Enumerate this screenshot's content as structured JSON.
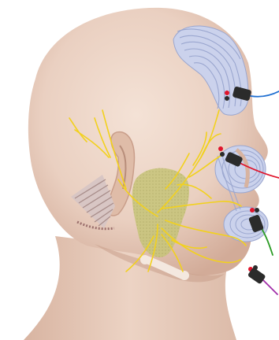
{
  "illustration": {
    "subject": "",
    "colors": {
      "background": "#ffffff",
      "skin_light": "#f1dccf",
      "skin_mid": "#e3c2b1",
      "skin_shadow": "#c99e8a",
      "muscle": "#c8d0ea",
      "muscle_line": "#9aa6cf",
      "nerve": "#f2d11d",
      "gland": "#c9c67a",
      "wire_blue": "#1f6fd1",
      "wire_red": "#e0142b",
      "wire_green": "#2b9b24",
      "wire_purple": "#a12da8",
      "electrode": "#2b2b2b"
    },
    "electrodes": [
      {
        "name": "frontalis-electrode",
        "wire": "wire_blue"
      },
      {
        "name": "orbicularis-oculi-electrode",
        "wire": "wire_red"
      },
      {
        "name": "orbicularis-oris-electrode",
        "wire": "wire_green"
      },
      {
        "name": "mentalis-electrode",
        "wire": "wire_purple"
      }
    ]
  }
}
